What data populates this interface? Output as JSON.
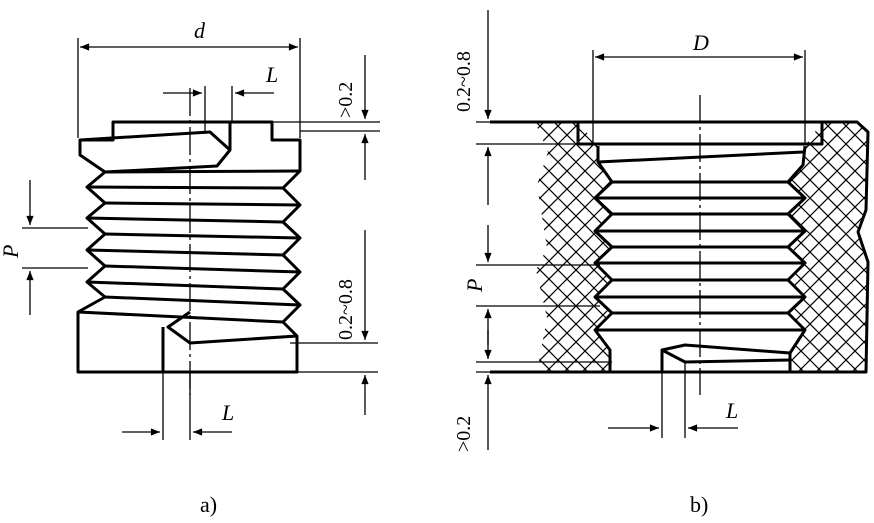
{
  "figure_a": {
    "label_d": "d",
    "label_L_top": "L",
    "label_gt02": ">0.2",
    "label_P": "P",
    "label_range": "0.2~0.8",
    "label_L_bottom": "L",
    "caption": "a)"
  },
  "figure_b": {
    "label_D": "D",
    "label_range": "0.2~0.8",
    "label_P": "P",
    "label_gt02": ">0.2",
    "label_L": "L",
    "caption": "b)"
  },
  "colors": {
    "line": "#000000",
    "background": "#ffffff"
  }
}
